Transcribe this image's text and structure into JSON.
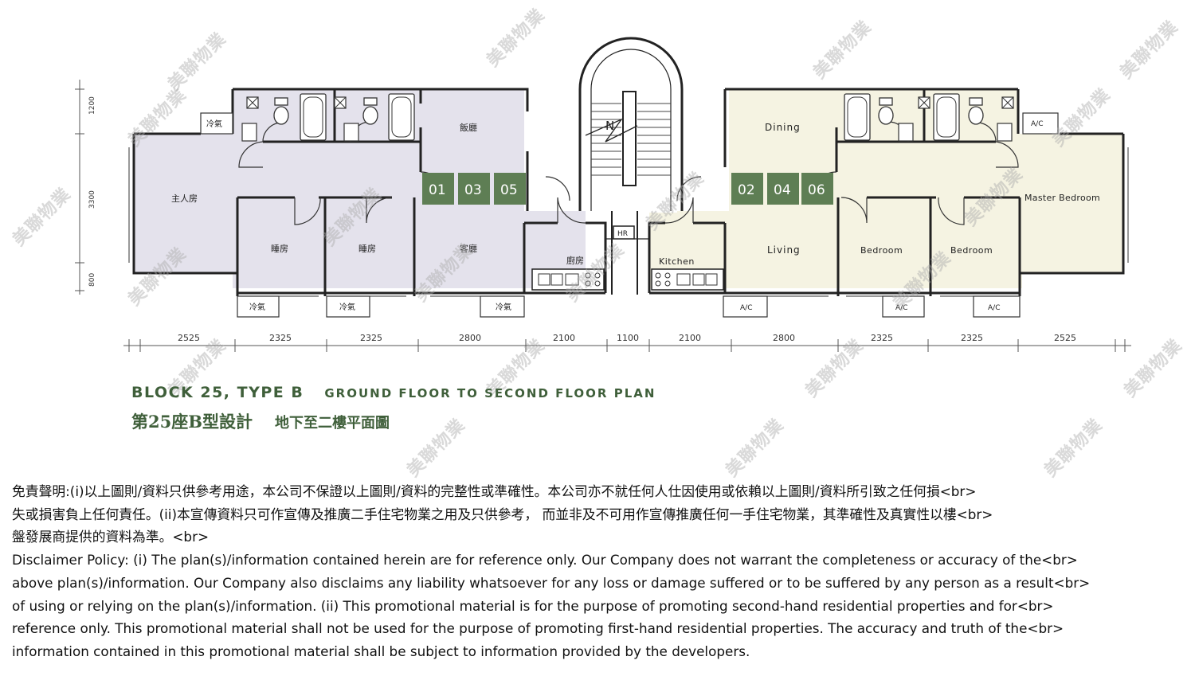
{
  "plan": {
    "dimensions": [
      "2525",
      "2325",
      "2325",
      "2800",
      "2100",
      "1100",
      "2100",
      "2800",
      "2325",
      "2325",
      "2525"
    ],
    "vertical_dimensions": [
      "1200",
      "3300",
      "800"
    ],
    "left": {
      "ac_top": "冷氣",
      "ac_bottom_1": "冷氣",
      "ac_bottom_2": "冷氣",
      "ac_bottom_3": "冷氣",
      "master_bedroom": "主人房",
      "bedroom_1": "睡房",
      "bedroom_2": "睡房",
      "dining": "飯廳",
      "living": "客廳",
      "kitchen": "廚房",
      "units": [
        "01",
        "03",
        "05"
      ]
    },
    "right": {
      "ac_top": "A/C",
      "ac_bottom_1": "A/C",
      "ac_bottom_2": "A/C",
      "ac_bottom_3": "A/C",
      "master_bedroom": "Master Bedroom",
      "bedroom_1": "Bedroom",
      "bedroom_2": "Bedroom",
      "dining": "Dining",
      "living": "Living",
      "kitchen": "Kitchen",
      "units": [
        "02",
        "04",
        "06"
      ]
    },
    "core": {
      "hr": "HR",
      "lift": "N"
    }
  },
  "title": {
    "en_main": "BLOCK 25, TYPE B",
    "en_sub": "GROUND FLOOR TO SECOND FLOOR PLAN",
    "zh_main": "第25座B型設計",
    "zh_sub": "地下至二樓平面圖"
  },
  "watermark": "美聯物業",
  "colors": {
    "left_fill": "#e4e2ec",
    "right_fill": "#f5f3e2",
    "unit_badge": "#5e7e54",
    "title_green": "#3f5f3a"
  },
  "disclaimer": [
    "免責聲明:(i)以上圖則/資料只供參考用途，本公司不保證以上圖則/資料的完整性或準確性。本公司亦不就任何人仕因使用或依賴以上圖則/資料所引致之任何損<br>",
    "失或損害負上任何責任。(ii)本宣傳資料只可作宣傳及推廣二手住宅物業之用及只供參考， 而並非及不可用作宣傳推廣任何一手住宅物業，其準確性及真實性以樓<br>",
    "盤發展商提供的資料為準。<br>",
    "Disclaimer Policy: (i) The plan(s)/information contained herein are for reference only. Our Company does not warrant the completeness or accuracy of the<br>",
    "above plan(s)/information. Our Company also disclaims any liability whatsoever for any loss or damage suffered or to be suffered by any person as a result<br>",
    "of using or relying on the plan(s)/information. (ii) This promotional material is for the purpose of promoting second-hand residential properties and for<br>",
    "reference only. This promotional material shall not be used for the purpose of promoting first-hand residential properties. The accuracy and truth of the<br>",
    "information contained in this promotional material shall be subject to information provided by the developers."
  ]
}
